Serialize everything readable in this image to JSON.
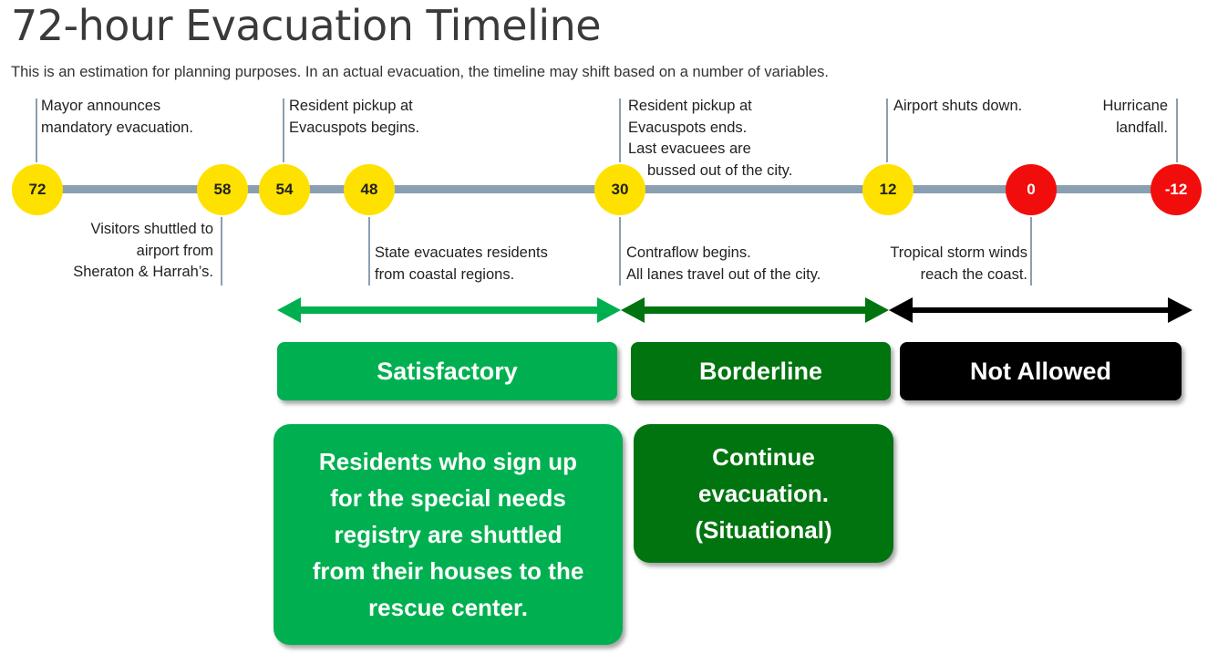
{
  "title": "72-hour Evacuation Timeline",
  "subtitle": "This is an estimation for planning purposes. In an actual evacuation, the timeline may shift based on a number of variables.",
  "colors": {
    "timeline": "#8a9fb1",
    "yellow": "#ffe100",
    "red": "#f20d0d",
    "satisfactory": "#00b050",
    "borderline": "#00740f",
    "not_allowed": "#000000"
  },
  "nodes": [
    {
      "value": "72",
      "color": "yellow"
    },
    {
      "value": "58",
      "color": "yellow"
    },
    {
      "value": "54",
      "color": "yellow"
    },
    {
      "value": "48",
      "color": "yellow"
    },
    {
      "value": "30",
      "color": "yellow"
    },
    {
      "value": "12",
      "color": "yellow"
    },
    {
      "value": "0",
      "color": "red"
    },
    {
      "value": "-12",
      "color": "red"
    }
  ],
  "events": {
    "h72": [
      "Mayor announces",
      "mandatory evacuation."
    ],
    "h58": [
      "Visitors shuttled to",
      "airport from",
      "Sheraton & Harrah’s."
    ],
    "h54": [
      "Resident pickup at",
      "Evacuspots begins."
    ],
    "h48": [
      "State evacuates residents",
      "from coastal regions."
    ],
    "h30_above": [
      "Resident pickup at",
      "Evacuspots ends.",
      "Last evacuees are",
      "bussed out of the city."
    ],
    "h30_below": [
      "Contraflow begins.",
      "All lanes travel out of the city."
    ],
    "h12_above": [
      "Airport shuts down."
    ],
    "h12_below": [
      "Tropical storm winds",
      "reach the coast."
    ],
    "hm12": [
      "Hurricane",
      "landfall."
    ]
  },
  "phases": {
    "satisfactory": {
      "label": "Satisfactory",
      "description": [
        "Residents who sign up",
        "for the special needs",
        "registry are shuttled",
        "from their houses to the",
        "rescue center."
      ]
    },
    "borderline": {
      "label": "Borderline",
      "description": [
        "Continue",
        "evacuation.",
        "(Situational)"
      ]
    },
    "not_allowed": {
      "label": "Not Allowed"
    }
  }
}
